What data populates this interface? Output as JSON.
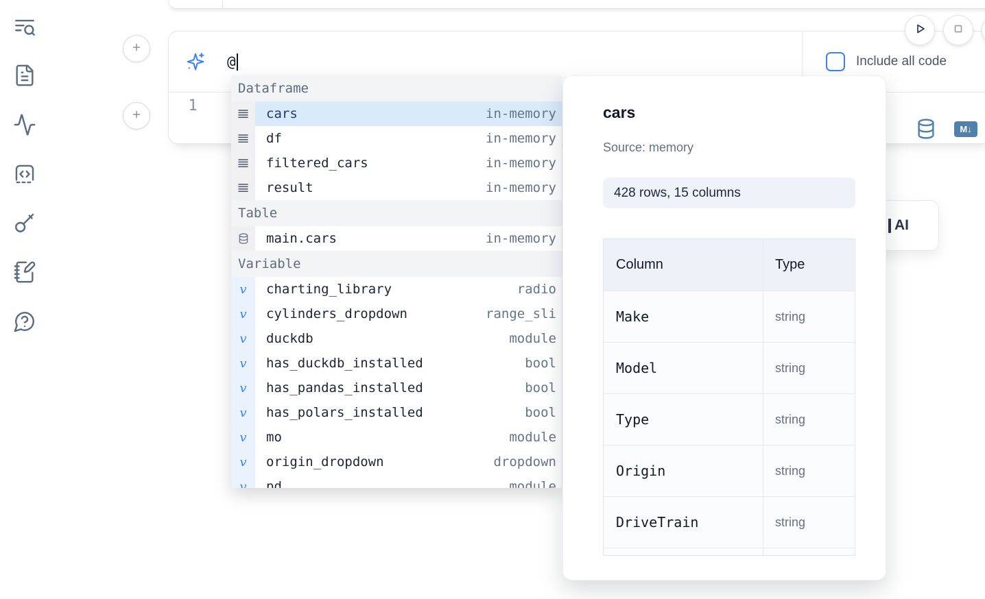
{
  "colors": {
    "accent_blue": "#3b82f6",
    "steel_blue": "#4e81ad",
    "selected_row_bg": "#d9eafb"
  },
  "sidebar": {
    "icons": [
      {
        "name": "search-list"
      },
      {
        "name": "file"
      },
      {
        "name": "activity"
      },
      {
        "name": "code-cell"
      },
      {
        "name": "key"
      },
      {
        "name": "scratchpad"
      },
      {
        "name": "help"
      }
    ]
  },
  "prompt": {
    "value": "@"
  },
  "toolbar": {
    "include_all_code_label": "Include all code"
  },
  "editor": {
    "line_number": "1"
  },
  "cell_actions": {
    "markdown_badge": "M↓"
  },
  "ai_card": {
    "label": "AI"
  },
  "autocomplete": {
    "sections": [
      {
        "label": "Dataframe",
        "items": [
          {
            "name": "cars",
            "type": "in-memory",
            "selected": true
          },
          {
            "name": "df",
            "type": "in-memory"
          },
          {
            "name": "filtered_cars",
            "type": "in-memory"
          },
          {
            "name": "result",
            "type": "in-memory"
          }
        ]
      },
      {
        "label": "Table",
        "items": [
          {
            "name": "main.cars",
            "type": "in-memory"
          }
        ]
      },
      {
        "label": "Variable",
        "items": [
          {
            "name": "charting_library",
            "type": "radio"
          },
          {
            "name": "cylinders_dropdown",
            "type": "range_sli"
          },
          {
            "name": "duckdb",
            "type": "module"
          },
          {
            "name": "has_duckdb_installed",
            "type": "bool"
          },
          {
            "name": "has_pandas_installed",
            "type": "bool"
          },
          {
            "name": "has_polars_installed",
            "type": "bool"
          },
          {
            "name": "mo",
            "type": "module"
          },
          {
            "name": "origin_dropdown",
            "type": "dropdown"
          },
          {
            "name": "pd",
            "type": "module",
            "clipped": true
          }
        ]
      }
    ]
  },
  "preview": {
    "title": "cars",
    "source_label": "Source: memory",
    "shape_badge": "428 rows, 15 columns",
    "table": {
      "headers": [
        "Column",
        "Type"
      ],
      "rows": [
        [
          "Make",
          "string"
        ],
        [
          "Model",
          "string"
        ],
        [
          "Type",
          "string"
        ],
        [
          "Origin",
          "string"
        ],
        [
          "DriveTrain",
          "string"
        ]
      ]
    }
  }
}
